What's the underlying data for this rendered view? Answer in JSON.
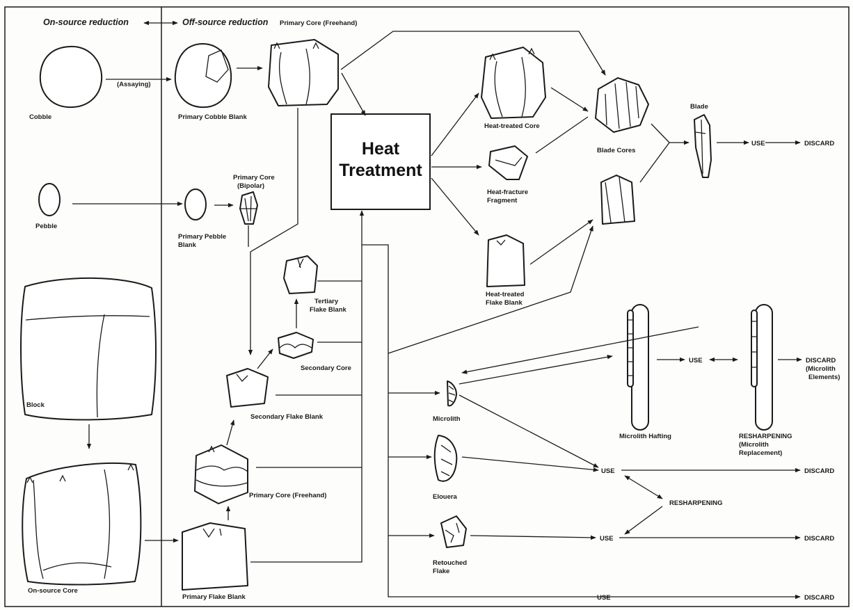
{
  "labels": {
    "on_source": "On-source reduction",
    "off_source": "Off-source reduction",
    "cobble": "Cobble",
    "assaying": "(Assaying)",
    "pebble": "Pebble",
    "block": "Block",
    "on_source_core": "On-source Core",
    "primary_cobble_blank": "Primary Cobble Blank",
    "primary_core_freehand_top": "Primary Core (Freehand)",
    "primary_core_bipolar_1": "Primary Core",
    "primary_core_bipolar_2": "(Bipolar)",
    "primary_pebble_blank_1": "Primary Pebble",
    "primary_pebble_blank_2": "Blank",
    "tertiary_flake_blank_1": "Tertiary",
    "tertiary_flake_blank_2": "Flake Blank",
    "secondary_core": "Secondary Core",
    "secondary_flake_blank": "Secondary Flake Blank",
    "primary_core_freehand_low": "Primary Core (Freehand)",
    "primary_flake_blank": "Primary Flake Blank",
    "heat_1": "Heat",
    "heat_2": "Treatment",
    "heat_treated_core": "Heat-treated Core",
    "heat_fracture_1": "Heat-fracture",
    "heat_fracture_2": "Fragment",
    "heat_treated_flake_1": "Heat-treated",
    "heat_treated_flake_2": "Flake Blank",
    "blade_cores": "Blade Cores",
    "blade": "Blade",
    "use_blade": "USE",
    "discard_blade": "DISCARD",
    "microlith": "Microlith",
    "microlith_hafting": "Microlith Hafting",
    "use_haft": "USE",
    "resharpening_haft_1": "RESHARPENING",
    "resharpening_haft_2": "(Microlith",
    "resharpening_haft_3": "Replacement)",
    "discard_haft_1": "DISCARD",
    "discard_haft_2": "(Microlith",
    "discard_haft_3": "Elements)",
    "elouera": "Elouera",
    "use_elouera": "USE",
    "discard_elouera": "DISCARD",
    "resharpening": "RESHARPENING",
    "retouched_1": "Retouched",
    "retouched_2": "Flake",
    "use_retouched": "USE",
    "discard_retouched": "DISCARD",
    "use_bottom": "USE",
    "discard_bottom": "DISCARD"
  }
}
